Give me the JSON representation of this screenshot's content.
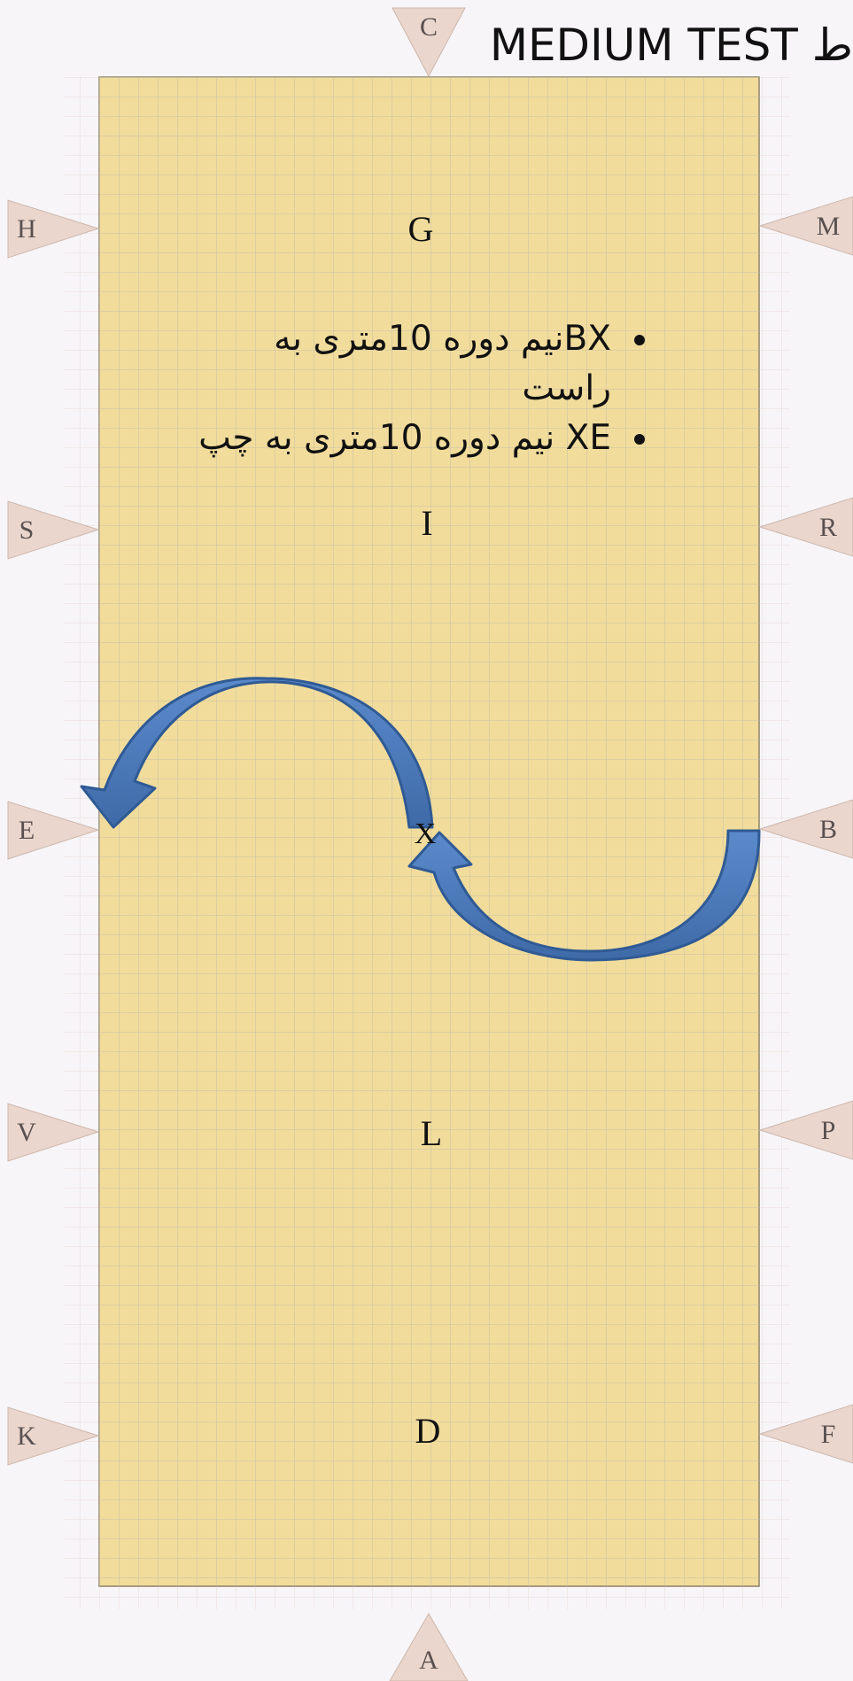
{
  "title": "MEDIUM TEST ط",
  "markers": {
    "C": "C",
    "A": "A",
    "H": "H",
    "S": "S",
    "E": "E",
    "V": "V",
    "K": "K",
    "M": "M",
    "R": "R",
    "B": "B",
    "P": "P",
    "F": "F"
  },
  "center_points": {
    "G": "G",
    "I": "I",
    "X": "X",
    "L": "L",
    "D": "D"
  },
  "instructions": [
    "BXنیم دوره 10متری به راست",
    "XE نیم دوره 10متری به چپ"
  ],
  "colors": {
    "arena_fill": "#f1dc9c",
    "grid_line": "#c9bfa4",
    "marker_fill": "#ead6cc",
    "arrow_fill": "#4a78b6",
    "arrow_stroke": "#2f5a94"
  }
}
